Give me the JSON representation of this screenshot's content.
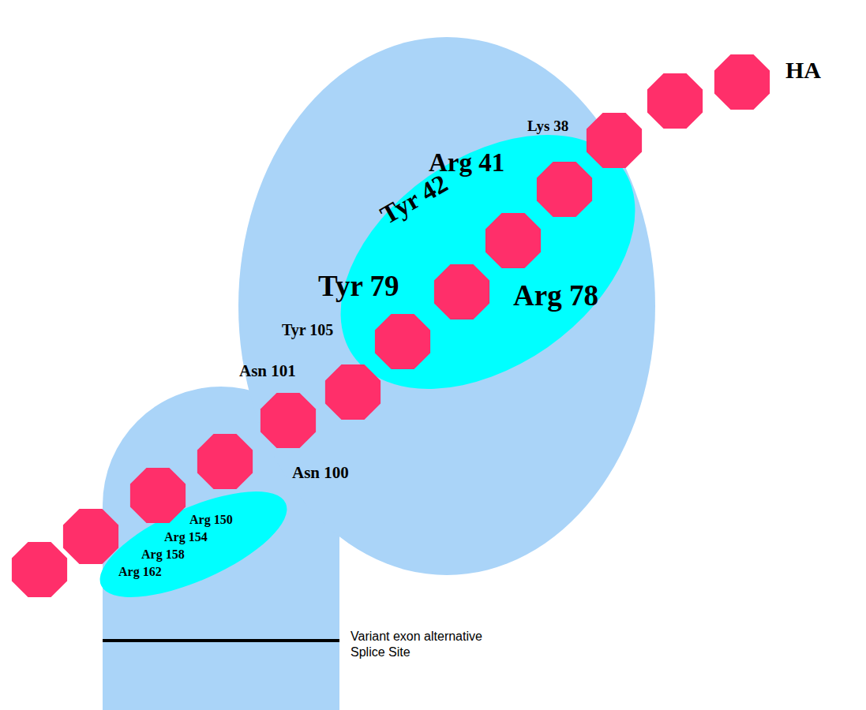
{
  "diagram": {
    "nodes": [
      {
        "text": [
          "Lys 38",
          "Tyr 105",
          "Asn 101",
          "Asn 100"
        ]
      },
      {
        "text": [
          "Arg 41",
          "Tyr 42",
          "Tyr 79",
          "Arg 78"
        ],
        "in": 0
      },
      {
        "text": [
          "Arg 150",
          "Arg 154",
          "Arg 158",
          "Arg 162"
        ]
      }
    ],
    "edges": [],
    "labels": [
      "HA",
      "Variant exon alternative Splice Site"
    ]
  }
}
